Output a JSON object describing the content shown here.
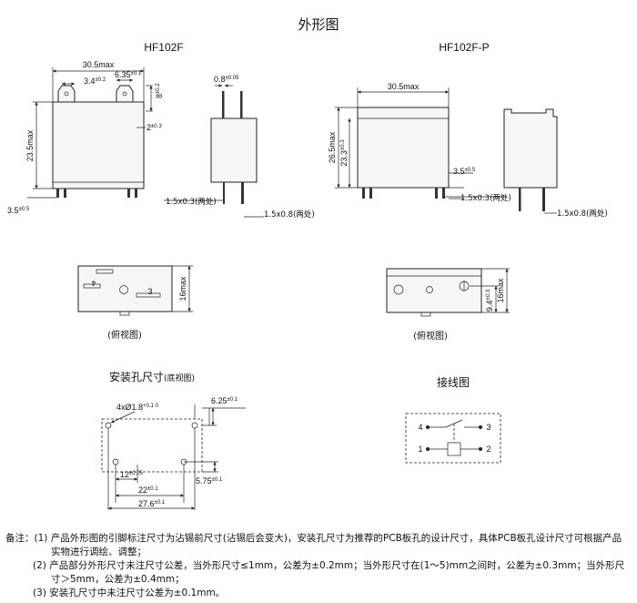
{
  "title": "外形图",
  "models": {
    "left": "HF102F",
    "right": "HF102F-P"
  },
  "left_front_dims": {
    "width": "30.5max",
    "d34": "3.4",
    "d34_tol": "±0.2",
    "d635": "6.35",
    "d635_tol": "±0.1",
    "d8": "8",
    "d8_tol": "±0.2",
    "d2": "2",
    "d2_tol": "±0.3",
    "height": "23.5max",
    "d35": "3.5",
    "d35_tol": "±0.5"
  },
  "left_side_dims": {
    "d08": "0.8",
    "d08_tol": "±0.05",
    "pin1": "1.5x0.3(两处)",
    "pin2": "1.5x0.8(两处)"
  },
  "right_front_dims": {
    "width": "30.5max",
    "h1": "26.5max",
    "h2": "23.3",
    "h2_tol": "±0.3",
    "d35": "3.5",
    "d35_tol": "±0.5",
    "pin1": "1.5x0.3(两处)"
  },
  "right_side_dims": {
    "pin2": "1.5x0.8(两处)"
  },
  "top_views": {
    "left_dim": "16max",
    "right_dim1": "9.4",
    "right_dim1_tol": "±0.3",
    "right_dim2": "16max",
    "caption": "(俯视图)",
    "label_4": "4",
    "label_3": "3"
  },
  "mount": {
    "title": "安装孔尺寸",
    "subtitle": "(底视图)",
    "holes": "4xØ1.8",
    "holes_tol": "+0.1 0",
    "d625": "6.25",
    "d625_tol": "±0.1",
    "d12": "12",
    "d12_tol": "±0.05",
    "d575": "5.75",
    "d575_tol": "±0.1",
    "d22": "22",
    "d22_tol": "±0.1",
    "d276": "27.6",
    "d276_tol": "±0.1"
  },
  "wiring": {
    "title": "接线图",
    "pins": [
      "4",
      "3",
      "1",
      "2"
    ]
  },
  "notes": {
    "label": "备注：",
    "n1_num": "(1)",
    "n1a": "产品外形图的引脚标注尺寸为沾锡前尺寸(沾锡后会变大)，安装孔尺寸为推荐的PCB板孔的设计尺寸，具体PCB板孔设计尺寸可根据产品",
    "n1b": "实物进行调绘、调整；",
    "n2_num": "(2)",
    "n2a": "产品部分外形尺寸未注尺寸公差，当外形尺寸≤1mm，公差为±0.2mm；当外形尺寸在(1～5)mm之间时，公差为±0.3mm；当外形尺",
    "n2b": "寸＞5mm，公差为±0.4mm；",
    "n3_num": "(3)",
    "n3": "安装孔尺寸中未注尺寸公差为±0.1mm。"
  }
}
